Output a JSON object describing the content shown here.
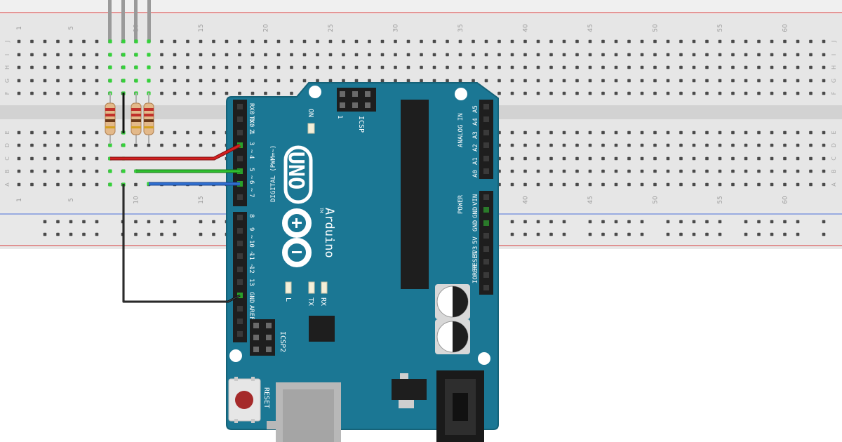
{
  "breadboard": {
    "column_numbers": [
      "1",
      "5",
      "10",
      "15",
      "20",
      "25",
      "30",
      "35",
      "40",
      "45",
      "50",
      "55",
      "60"
    ],
    "top_row_letters": [
      "J",
      "I",
      "H",
      "G",
      "F"
    ],
    "bottom_row_letters": [
      "E",
      "D",
      "C",
      "B",
      "A"
    ]
  },
  "arduino": {
    "model_label": "UNO",
    "brand_label": "Arduino",
    "trademark": "TM",
    "digital_header_label": "DIGITAL (PWM=~)",
    "digital_pins": [
      "RX0 0",
      "TX0 1",
      "2",
      "3 ~",
      "4",
      "5 ~",
      "6 ~",
      "7",
      "8",
      "9 ~",
      "10 ~",
      "11 ~",
      "12",
      "13",
      "GND",
      "AREF"
    ],
    "analog_header_label": "ANALOG IN",
    "analog_pins": [
      "A5",
      "A4",
      "A3",
      "A2",
      "A1",
      "A0"
    ],
    "power_header_label": "POWER",
    "power_pins": [
      "VIN",
      "GND",
      "GND",
      "5V",
      "3V3",
      "RESET",
      "IOREF"
    ],
    "icsp_label": "ICSP",
    "icsp2_label": "ICSP2",
    "icsp_pin1": "1",
    "on_label": "ON",
    "l_label": "L",
    "tx_label": "TX",
    "rx_label": "RX",
    "reset_label": "RESET"
  },
  "colors": {
    "board": "#1b7794",
    "board_edge": "#156278",
    "breadboard": "#e8e8e8",
    "wire_red": "#d42020",
    "wire_green": "#2fbf2f",
    "wire_blue": "#2f6fd0",
    "wire_black": "#222222",
    "rail_red": "#d93b3b",
    "rail_blue": "#4a6fd8"
  }
}
